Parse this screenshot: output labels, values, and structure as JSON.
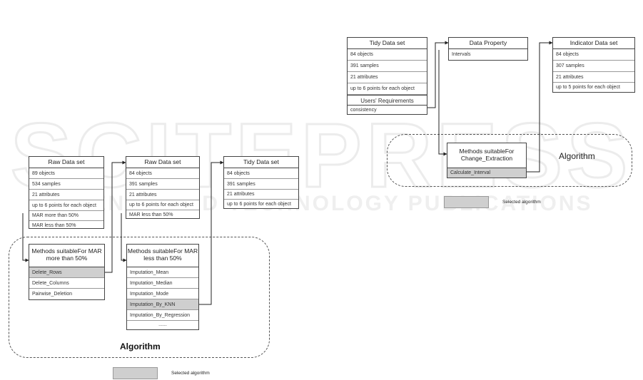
{
  "legend": {
    "label": "Selected algorithm"
  },
  "left": {
    "algorithm_label": "Algorithm",
    "raw1": {
      "title": "Raw Data set",
      "rows": [
        "89 objects",
        "534 samples",
        "21 attributes",
        "up to 6 points for each object",
        "MAR more than 50%",
        "MAR less than 50%"
      ]
    },
    "raw2": {
      "title": "Raw Data set",
      "rows": [
        "84 objects",
        "391 samples",
        "21 attributes",
        "up to 6 points for each object",
        "MAR less than 50%"
      ]
    },
    "tidy": {
      "title": "Tidy Data set",
      "rows": [
        "84 objects",
        "391 samples",
        "21 attributes",
        "up to 6 points for each object"
      ]
    },
    "m1": {
      "title": "Methods suitableFor MAR more than 50%",
      "rows": [
        "Delete_Rows",
        "Delete_Columns",
        "Pairwise_Deletion"
      ]
    },
    "m2": {
      "title": "Methods suitableFor MAR less than 50%",
      "rows": [
        "Imputation_Mean",
        "Imputation_Median",
        "Imputation_Mode",
        "Imputation_By_KNN",
        "Imputation_By_Regression",
        "......"
      ]
    }
  },
  "right": {
    "algorithm_label": "Algorithm",
    "tidy": {
      "title": "Tidy Data set",
      "rows": [
        "84 objects",
        "391 samples",
        "21 attributes",
        "up to 6 points for each object"
      ],
      "sub_title": "Users' Requirements",
      "sub_rows": [
        "consistency"
      ]
    },
    "prop": {
      "title": "Data Property",
      "rows": [
        "Intervals"
      ]
    },
    "ind": {
      "title": "Indicator Data set",
      "rows": [
        "84 objects",
        "307 samples",
        "21 attributes",
        "up to 5 points for each object"
      ]
    },
    "m3": {
      "title": "Methods suitableFor Change_Extraction",
      "rows": [
        "Calculate_Interval"
      ]
    }
  },
  "watermark": {
    "big": "SCITEPRESS",
    "small": "SCIENCE AND TECHNOLOGY PUBLICATIONS"
  }
}
